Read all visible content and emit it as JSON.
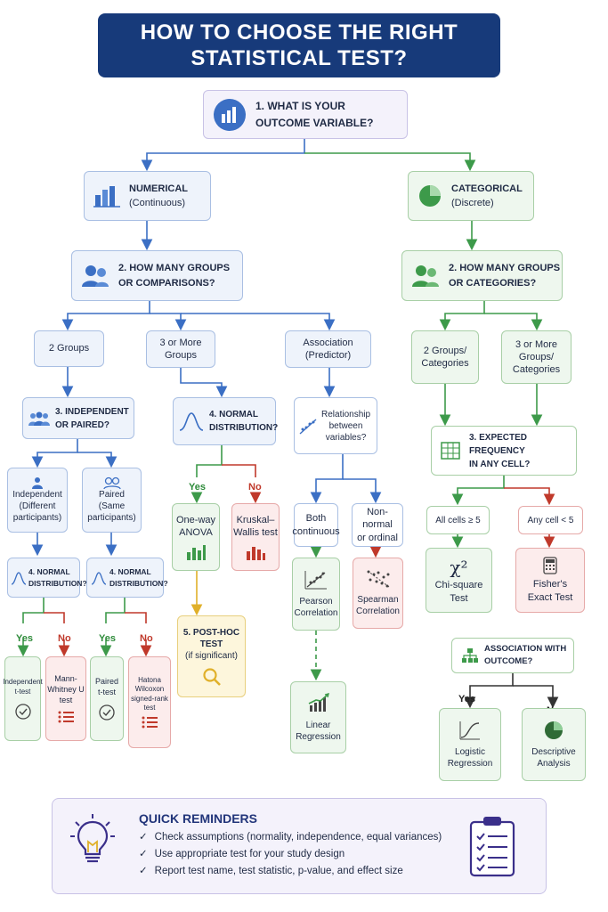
{
  "title": {
    "line1": "HOW TO CHOOSE THE RIGHT",
    "line2": "STATISTICAL TEST?"
  },
  "q1": {
    "line1": "1. WHAT IS YOUR",
    "line2": "OUTCOME VARIABLE?"
  },
  "numerical": {
    "line1": "NUMERICAL",
    "line2": "(Continuous)"
  },
  "categorical": {
    "line1": "CATEGORICAL",
    "line2": "(Discrete)"
  },
  "q2_num": {
    "line1": "2. HOW MANY GROUPS",
    "line2": "OR COMPARISONS?"
  },
  "q2_cat": {
    "line1": "2. HOW MANY GROUPS",
    "line2": "OR CATEGORIES?"
  },
  "groups": {
    "two": "2 Groups",
    "three_l1": "3 or More",
    "three_l2": "Groups",
    "assoc_l1": "Association",
    "assoc_l2": "(Predictor)"
  },
  "cat_groups": {
    "two_l1": "2 Groups/",
    "two_l2": "Categories",
    "three_l1": "3 or More",
    "three_l2": "Groups/",
    "three_l3": "Categories"
  },
  "q3_indep": {
    "line1": "3. INDEPENDENT",
    "line2": "OR PAIRED?"
  },
  "q4_normal_mid": {
    "line1": "4. NORMAL",
    "line2": "DISTRIBUTION?"
  },
  "relationship": {
    "line1": "Relationship",
    "line2": "between",
    "line3": "variables?"
  },
  "expected_freq": {
    "line1": "3. EXPECTED FREQUENCY",
    "line2": "IN ANY CELL?"
  },
  "independent": {
    "line1": "Independent",
    "line2": "(Different",
    "line3": "participants)"
  },
  "paired": {
    "line1": "Paired",
    "line2": "(Same",
    "line3": "participants)"
  },
  "normal_small": {
    "line1": "4. NORMAL",
    "line2": "DISTRIBUTION?"
  },
  "labels": {
    "yes": "Yes",
    "no": "No"
  },
  "tests": {
    "indep_t_l1": "Independent",
    "indep_t_l2": "t-test",
    "mann_l1": "Mann-",
    "mann_l2": "Whitney U",
    "mann_l3": "test",
    "paired_t_l1": "Paired",
    "paired_t_l2": "t-test",
    "wilc_l1": "Hatona",
    "wilc_l2": "Wilcoxon",
    "wilc_l3": "signed-rank",
    "wilc_l4": "test",
    "anova_l1": "One-way",
    "anova_l2": "ANOVA",
    "kruskal_l1": "Kruskal–",
    "kruskal_l2": "Wallis test",
    "posthoc_l1": "5. POST-HOC",
    "posthoc_l2": "TEST",
    "posthoc_l3": "(if significant)",
    "both_cont_l1": "Both",
    "both_cont_l2": "continuous",
    "nonnormal_l1": "Non-normal",
    "nonnormal_l2": "or ordinal",
    "pearson_l1": "Pearson",
    "pearson_l2": "Correlation",
    "spearman_l1": "Spearman",
    "spearman_l2": "Correlation",
    "linreg_l1": "Linear",
    "linreg_l2": "Regression",
    "all_cells": "All cells ≥ 5",
    "any_cell": "Any cell < 5",
    "chi_l1": "Chi-square",
    "chi_l2": "Test",
    "fisher_l1": "Fisher's",
    "fisher_l2": "Exact Test",
    "chi_symbol": "χ²"
  },
  "assoc_outcome": {
    "line1": "ASSOCIATION WITH",
    "line2": "OUTCOME?"
  },
  "outcome_tests": {
    "logistic_l1": "Logistic",
    "logistic_l2": "Regression",
    "descriptive_l1": "Descriptive",
    "descriptive_l2": "Analysis"
  },
  "reminders": {
    "heading": "QUICK REMINDERS",
    "items": [
      "Check assumptions (normality, independence, equal variances)",
      "Use appropriate test for your study design",
      "Report test name, test statistic, p-value, and effect size"
    ]
  },
  "colors": {
    "navy": "#173a7a",
    "blue": "#3b6fc4",
    "green": "#3d9a4a",
    "red": "#c0392b",
    "yellow": "#e0b02a"
  },
  "icons": [
    "bar-chart-icon",
    "pie-chart-icon",
    "people-icon",
    "bell-curve-icon",
    "scatter-plot-icon",
    "table-grid-icon",
    "checkmark-icon",
    "list-icon",
    "magnifier-icon",
    "trend-chart-icon",
    "hierarchy-icon",
    "s-curve-icon",
    "calculator-icon",
    "lightbulb-icon",
    "clipboard-icon"
  ]
}
